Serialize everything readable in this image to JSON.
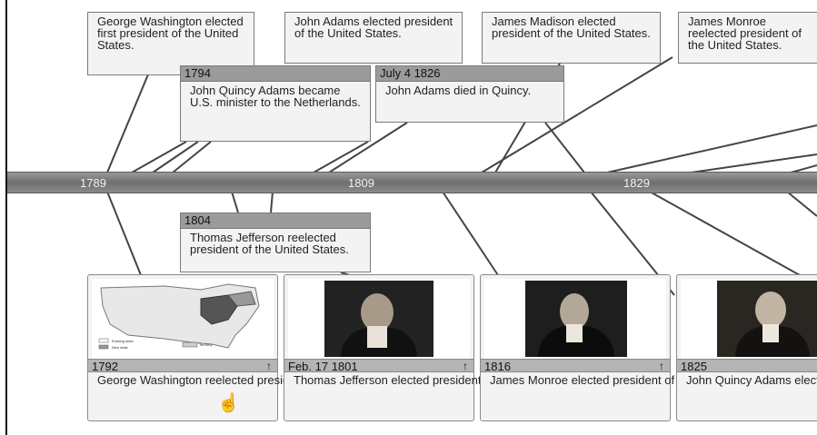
{
  "axis": {
    "ticks": [
      "1789",
      "1809",
      "1829"
    ]
  },
  "top_events": [
    {
      "date": "",
      "text": "George Washington elected first president of the United States."
    },
    {
      "date": "",
      "text": "John Adams elected president of the United States."
    },
    {
      "date": "",
      "text": "James Madison elected president of the United States."
    },
    {
      "date": "",
      "text": "James Monroe reelected president of the United States."
    },
    {
      "date": "1794",
      "text": "John Quincy Adams became U.S. minister to the Netherlands."
    },
    {
      "date": "July 4 1826",
      "text": "John Adams died in Quincy."
    }
  ],
  "bottom_events": [
    {
      "date": "1804",
      "text": "Thomas Jefferson reelected president of the United States."
    }
  ],
  "cards": [
    {
      "date": "1792",
      "text": "George Washington reelected president of the United States.",
      "image": "us-territorial-map"
    },
    {
      "date": "Feb. 17 1801",
      "text": "Thomas Jefferson elected president of the United States.",
      "image": "thomas-jefferson-portrait"
    },
    {
      "date": "1816",
      "text": "James Monroe elected president of the United States.",
      "image": "james-monroe-portrait"
    },
    {
      "date": "1825",
      "text": "John Quincy Adams elected president of the United States.",
      "image": "john-quincy-adams-portrait"
    }
  ],
  "card_arrow_icon": "collapse-up-icon",
  "map_legend": [
    "Existing state",
    "New state",
    "Territory"
  ]
}
